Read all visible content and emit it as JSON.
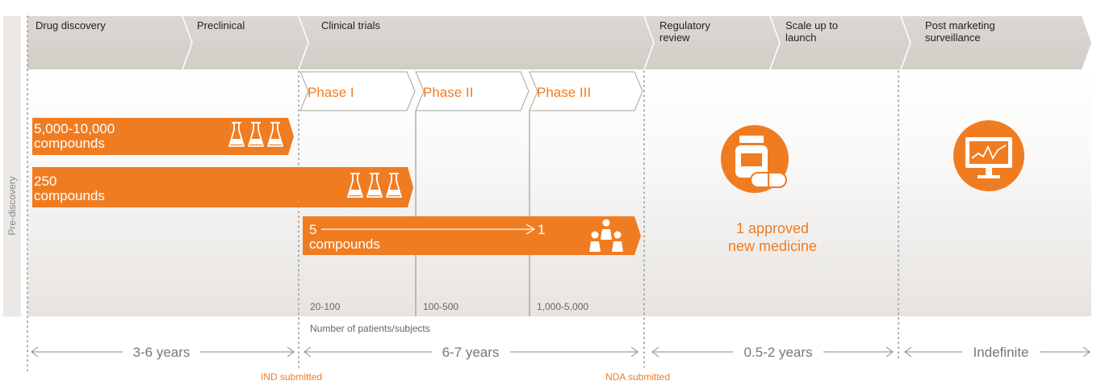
{
  "side_label": "Pre-discovery",
  "stages": {
    "drug_discovery": "Drug discovery",
    "preclinical": "Preclinical",
    "clinical_trials": "Clinical trials",
    "regulatory_review": [
      "Regulatory",
      "review"
    ],
    "scale_up": [
      "Scale up to",
      "launch"
    ],
    "post_marketing": [
      "Post marketing",
      "surveillance"
    ]
  },
  "phases": {
    "phase1": "Phase I",
    "phase2": "Phase II",
    "phase3": "Phase III"
  },
  "funnel": {
    "bar1": [
      "5,000-10,000",
      "compounds"
    ],
    "bar2": [
      "250",
      "compounds"
    ],
    "bar3": [
      "5",
      "compounds"
    ],
    "bar3_result": "1"
  },
  "patients": {
    "phase1": "20-100",
    "phase2": "100-500",
    "phase3": "1,000-5,000",
    "caption": "Number of patients/subjects"
  },
  "approved": [
    "1 approved",
    "new medicine"
  ],
  "durations": {
    "discovery": "3-6 years",
    "clinical": "6-7 years",
    "review": "0.5-2 years",
    "post": "Indefinite"
  },
  "milestones": {
    "ind": "IND submitted",
    "nda": "NDA submitted"
  },
  "colors": {
    "accent": "#f07c22",
    "banner": "#d9d5d0"
  }
}
